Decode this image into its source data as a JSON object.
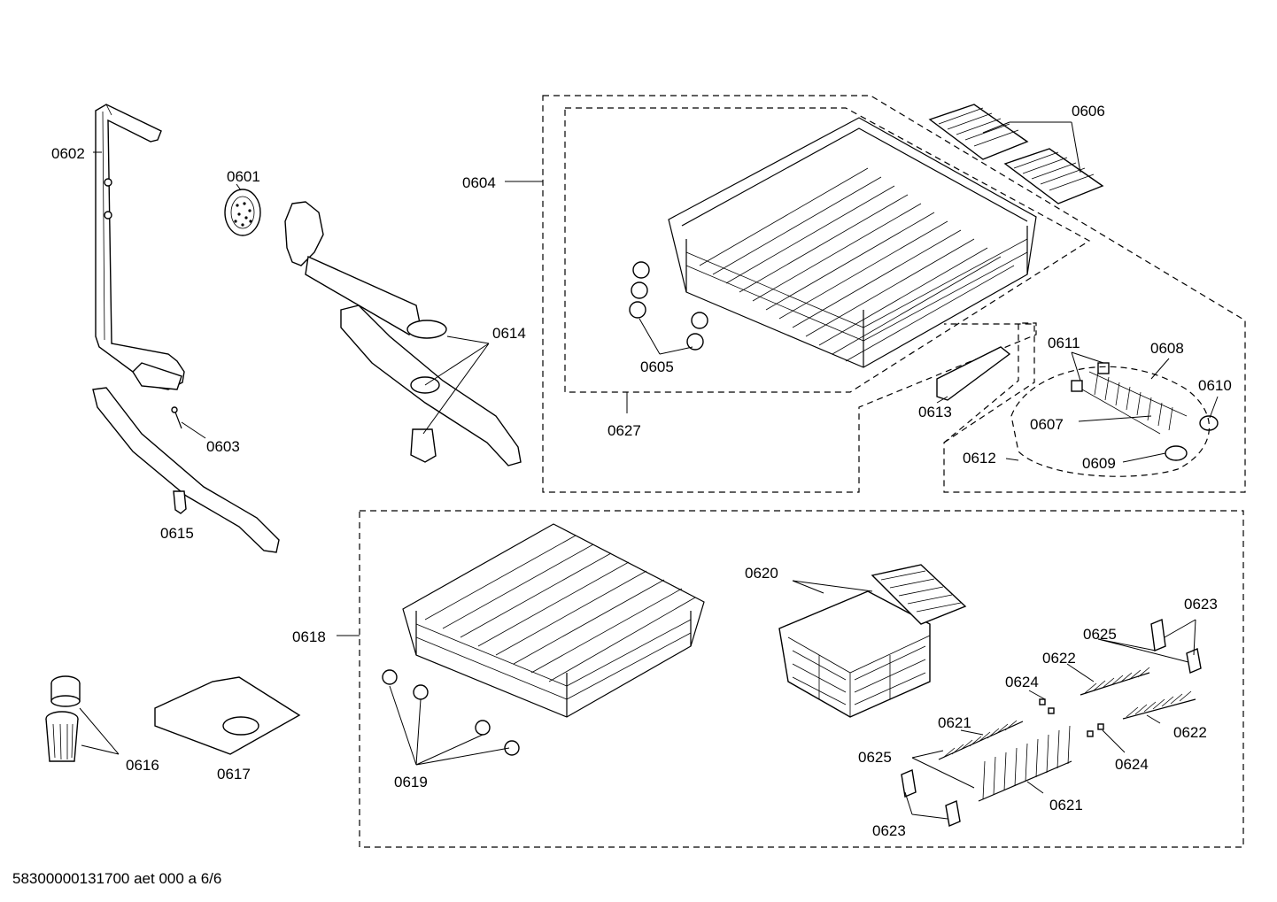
{
  "labels": {
    "p0601": "0601",
    "p0602": "0602",
    "p0603": "0603",
    "p0604": "0604",
    "p0605": "0605",
    "p0606": "0606",
    "p0607": "0607",
    "p0608": "0608",
    "p0609": "0609",
    "p0610": "0610",
    "p0611": "0611",
    "p0612": "0612",
    "p0613": "0613",
    "p0614": "0614",
    "p0615": "0615",
    "p0616": "0616",
    "p0617": "0617",
    "p0618": "0618",
    "p0619": "0619",
    "p0620": "0620",
    "p0621a": "0621",
    "p0621b": "0621",
    "p0622a": "0622",
    "p0622b": "0622",
    "p0623a": "0623",
    "p0623b": "0623",
    "p0624a": "0624",
    "p0624b": "0624",
    "p0625a": "0625",
    "p0625b": "0625",
    "p0627": "0627"
  },
  "footer": "58300000131700 aet 000 a 6/6"
}
